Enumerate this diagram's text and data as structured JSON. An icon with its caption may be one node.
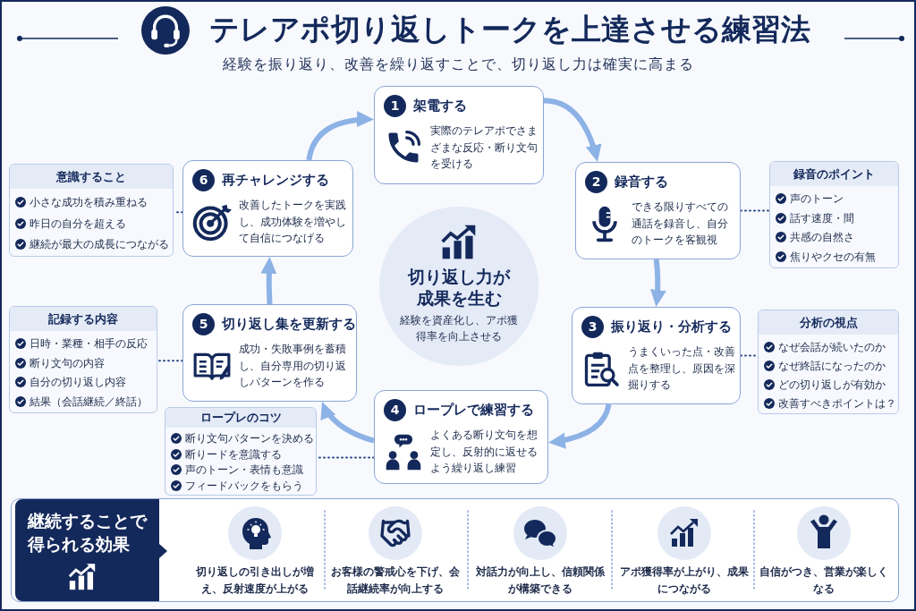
{
  "diagram": {
    "title": "テレアポ切り返しトークを上達させる練習法",
    "nodes": [
      {
        "text": [
          "1",
          "架電する",
          "実際のテレアポでさまざまな反応・断り文句を受ける"
        ]
      },
      {
        "text": [
          "2",
          "録音する",
          "できる限りすべての通話を録音し、自分のトークを客観視"
        ]
      },
      {
        "text": [
          "3",
          "振り返り・分析する",
          "うまくいった点・改善点を整理し、原因を深掘りする"
        ]
      },
      {
        "text": [
          "4",
          "ロープレで練習する",
          "よくある断り文句を想定し、反射的に返せるよう繰り返し練習"
        ]
      },
      {
        "text": [
          "5",
          "切り返し集を更新する",
          "成功・失敗事例を蓄積し、自分専用の切り返しパターンを作る"
        ]
      },
      {
        "text": [
          "6",
          "再チャレンジする",
          "改善したトークを実践し、成功体験を増やして自信につなげる"
        ]
      },
      {
        "text": [
          "切り返し力が成果を生む",
          "経験を資産化し、アポ獲得率を向上させる"
        ]
      },
      {
        "text": [
          "録音のポイント",
          "声のトーン",
          "話す速度・間",
          "共感の自然さ",
          "焦りやクセの有無"
        ]
      },
      {
        "text": [
          "分析の視点",
          "なぜ会話が続いたのか",
          "なぜ終話になったのか",
          "どの切り返しが有効か",
          "改善すべきポイントは？"
        ]
      },
      {
        "text": [
          "ロープレのコツ",
          "断り文句パターンを決める",
          "断りードを意識する",
          "声のトーン・表情も意識",
          "フィードバックをもらう"
        ]
      },
      {
        "text": [
          "記録する内容",
          "日時・業種・相手の反応",
          "断り文句の内容",
          "自分の切り返し内容",
          "結果（会話継続／終話）"
        ]
      },
      {
        "text": [
          "意識すること",
          "小さな成功を積み重ねる",
          "昨日の自分を超える",
          "継続が最大の成長につながる"
        ]
      },
      {
        "text": [
          "継続することで得られる効果"
        ]
      }
    ],
    "edges": [
      {
        "from": 0,
        "to": 1,
        "arrow": "to"
      },
      {
        "from": 1,
        "to": 2,
        "arrow": "to"
      },
      {
        "from": 2,
        "to": 3,
        "arrow": "to"
      },
      {
        "from": 3,
        "to": 4,
        "arrow": "to"
      },
      {
        "from": 4,
        "to": 5,
        "arrow": "to"
      },
      {
        "from": 5,
        "to": 0,
        "arrow": "to"
      },
      {
        "from": 1,
        "to": 7,
        "arrow": "none",
        "style": "dashed",
        "color": "#2b4a8a"
      },
      {
        "from": 2,
        "to": 8,
        "arrow": "none",
        "style": "dashed",
        "color": "#2b4a8a"
      },
      {
        "from": 3,
        "to": 9,
        "arrow": "none",
        "style": "dashed",
        "color": "#2b4a8a"
      },
      {
        "from": 4,
        "to": 10,
        "arrow": "none",
        "style": "dashed",
        "color": "#2b4a8a"
      },
      {
        "from": 5,
        "to": 11,
        "arrow": "none",
        "style": "dashed",
        "color": "#2b4a8a"
      }
    ],
    "labels": [
      "経験を振り返り、改善を繰り返すことで、切り返し力は確実に高まる",
      "切り返しの引き出しが増え、反射速度が上がる",
      "お客様の警戒心を下げ、会話継続率が向上する",
      "対話力が向上し、信頼関係が構築できる",
      "アポ獲得率が上がり、成果につながる",
      "自信がつき、営業が楽しくなる"
    ]
  }
}
